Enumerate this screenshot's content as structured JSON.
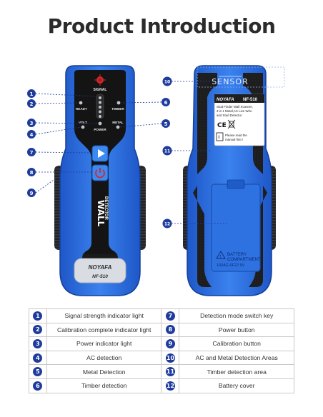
{
  "title": "Product Introduction",
  "device_front": {
    "labels": {
      "signal": "SIGNAL",
      "ready": "READY",
      "timber": "TIMBER",
      "volt": "VOLT",
      "metal": "METAL",
      "power": "POWER",
      "wall": "WALL",
      "detector": "DETECTOR",
      "brand": "NOYAFA",
      "model": "NF-510"
    }
  },
  "device_back": {
    "sensor": "SENSOR",
    "sticker_brand": "NOYAFA",
    "sticker_model": "NF-510",
    "sticker_lines": [
      "Stud Finder Wall Scanner,",
      "3 in 1 Metal,AC Live Wire",
      "and Stud Detector"
    ],
    "ce": "CE",
    "manual_note_lines": [
      "Please read the",
      "manual first !"
    ],
    "battery_lines": [
      "BATTERY",
      "COMPARTMENT"
    ],
    "battery_spec": "1604G 6F22 9V"
  },
  "callouts": [
    "1",
    "2",
    "3",
    "4",
    "5",
    "6",
    "7",
    "8",
    "9",
    "10",
    "11",
    "12"
  ],
  "legend": [
    {
      "n1": "1",
      "t1": "Signal strength indicator light",
      "n2": "7",
      "t2": "Detection mode switch key"
    },
    {
      "n1": "2",
      "t1": "Calibration complete indicator light",
      "n2": "8",
      "t2": "Power button"
    },
    {
      "n1": "3",
      "t1": "Power indicator light",
      "n2": "9",
      "t2": "Calibration button"
    },
    {
      "n1": "4",
      "t1": "AC detection",
      "n2": "10",
      "t2": "AC and Metal Detection Areas"
    },
    {
      "n1": "5",
      "t1": "Metal Detection",
      "n2": "11",
      "t2": "Timber detection area"
    },
    {
      "n1": "6",
      "t1": "Timber detection",
      "n2": "12",
      "t2": "Battery cover"
    }
  ],
  "colors": {
    "device_blue": "#2f6fe0",
    "device_blue_dark": "#1c4fb8",
    "panel_black": "#1a1a1a",
    "callout_navy": "#1f3b9c",
    "accent_red": "#d8262a"
  }
}
